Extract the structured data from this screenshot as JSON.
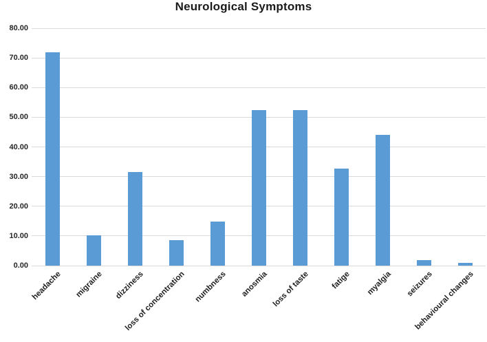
{
  "chart_data": {
    "type": "bar",
    "title": "Neurological Symptoms",
    "categories": [
      "headache",
      "migraine",
      "dizziness",
      "loss of concentration",
      "numbness",
      "anosmia",
      "loss of taste",
      "fatige",
      "myalgia",
      "seizures",
      "behavioural changes"
    ],
    "values": [
      71.9,
      10.3,
      31.6,
      8.5,
      14.9,
      52.3,
      52.3,
      32.6,
      44.0,
      1.8,
      0.9
    ],
    "xlabel": "",
    "ylabel": "",
    "ylim": [
      0,
      80
    ],
    "ytick_step": 10,
    "ytick_labels": [
      "0.00",
      "10.00",
      "20.00",
      "30.00",
      "40.00",
      "50.00",
      "60.00",
      "70.00",
      "80.00"
    ],
    "grid": true,
    "legend": "none",
    "colors": {
      "bar": "#5b9bd5",
      "gridline": "#d9d9d9",
      "title_text": "#1a1a1a",
      "axis_text": "#262626",
      "background": "#ffffff"
    }
  }
}
